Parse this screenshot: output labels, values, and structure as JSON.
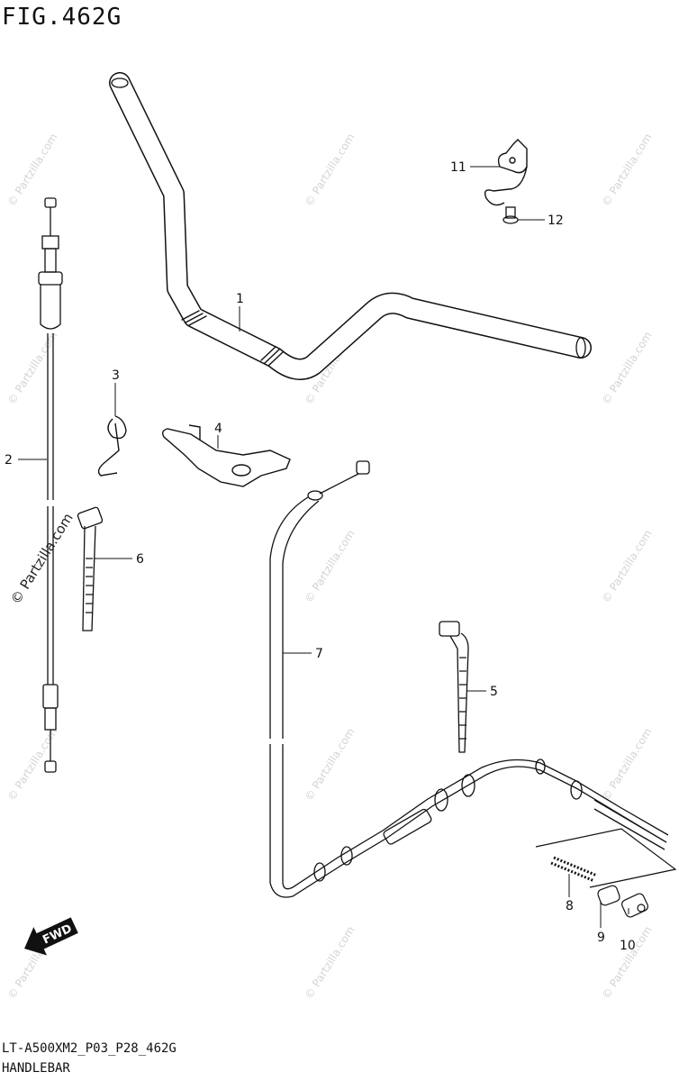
{
  "figure": {
    "title": "FIG.462G",
    "code": "LT-A500XM2_P03_P28_462G",
    "name": "HANDLEBAR"
  },
  "callouts": [
    {
      "id": "1"
    },
    {
      "id": "2"
    },
    {
      "id": "3"
    },
    {
      "id": "4"
    },
    {
      "id": "5"
    },
    {
      "id": "6"
    },
    {
      "id": "7"
    },
    {
      "id": "8"
    },
    {
      "id": "9"
    },
    {
      "id": "10"
    },
    {
      "id": "11"
    },
    {
      "id": "12"
    }
  ],
  "watermark": {
    "text": "© Partzilla.com"
  },
  "direction_arrow": {
    "label": "FWD"
  },
  "colors": {
    "line": "#111111",
    "background": "#ffffff",
    "watermark": "#d4d4d4"
  }
}
